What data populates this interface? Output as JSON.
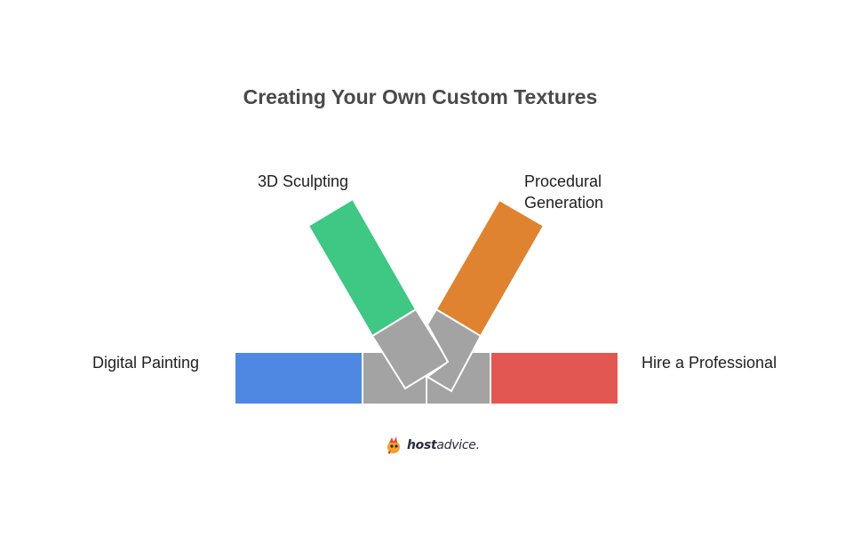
{
  "title": "Creating Your Own Custom Textures",
  "options": [
    {
      "label": "3D Sculpting",
      "color": "#3fc784"
    },
    {
      "label": "Procedural\nGeneration",
      "color": "#df8330"
    },
    {
      "label": "Digital Painting",
      "color": "#4f88e3"
    },
    {
      "label": "Hire a Professional",
      "color": "#e35752"
    }
  ],
  "joint_color": "#a3a3a3",
  "brand": {
    "bold": "host",
    "light": "advice."
  }
}
